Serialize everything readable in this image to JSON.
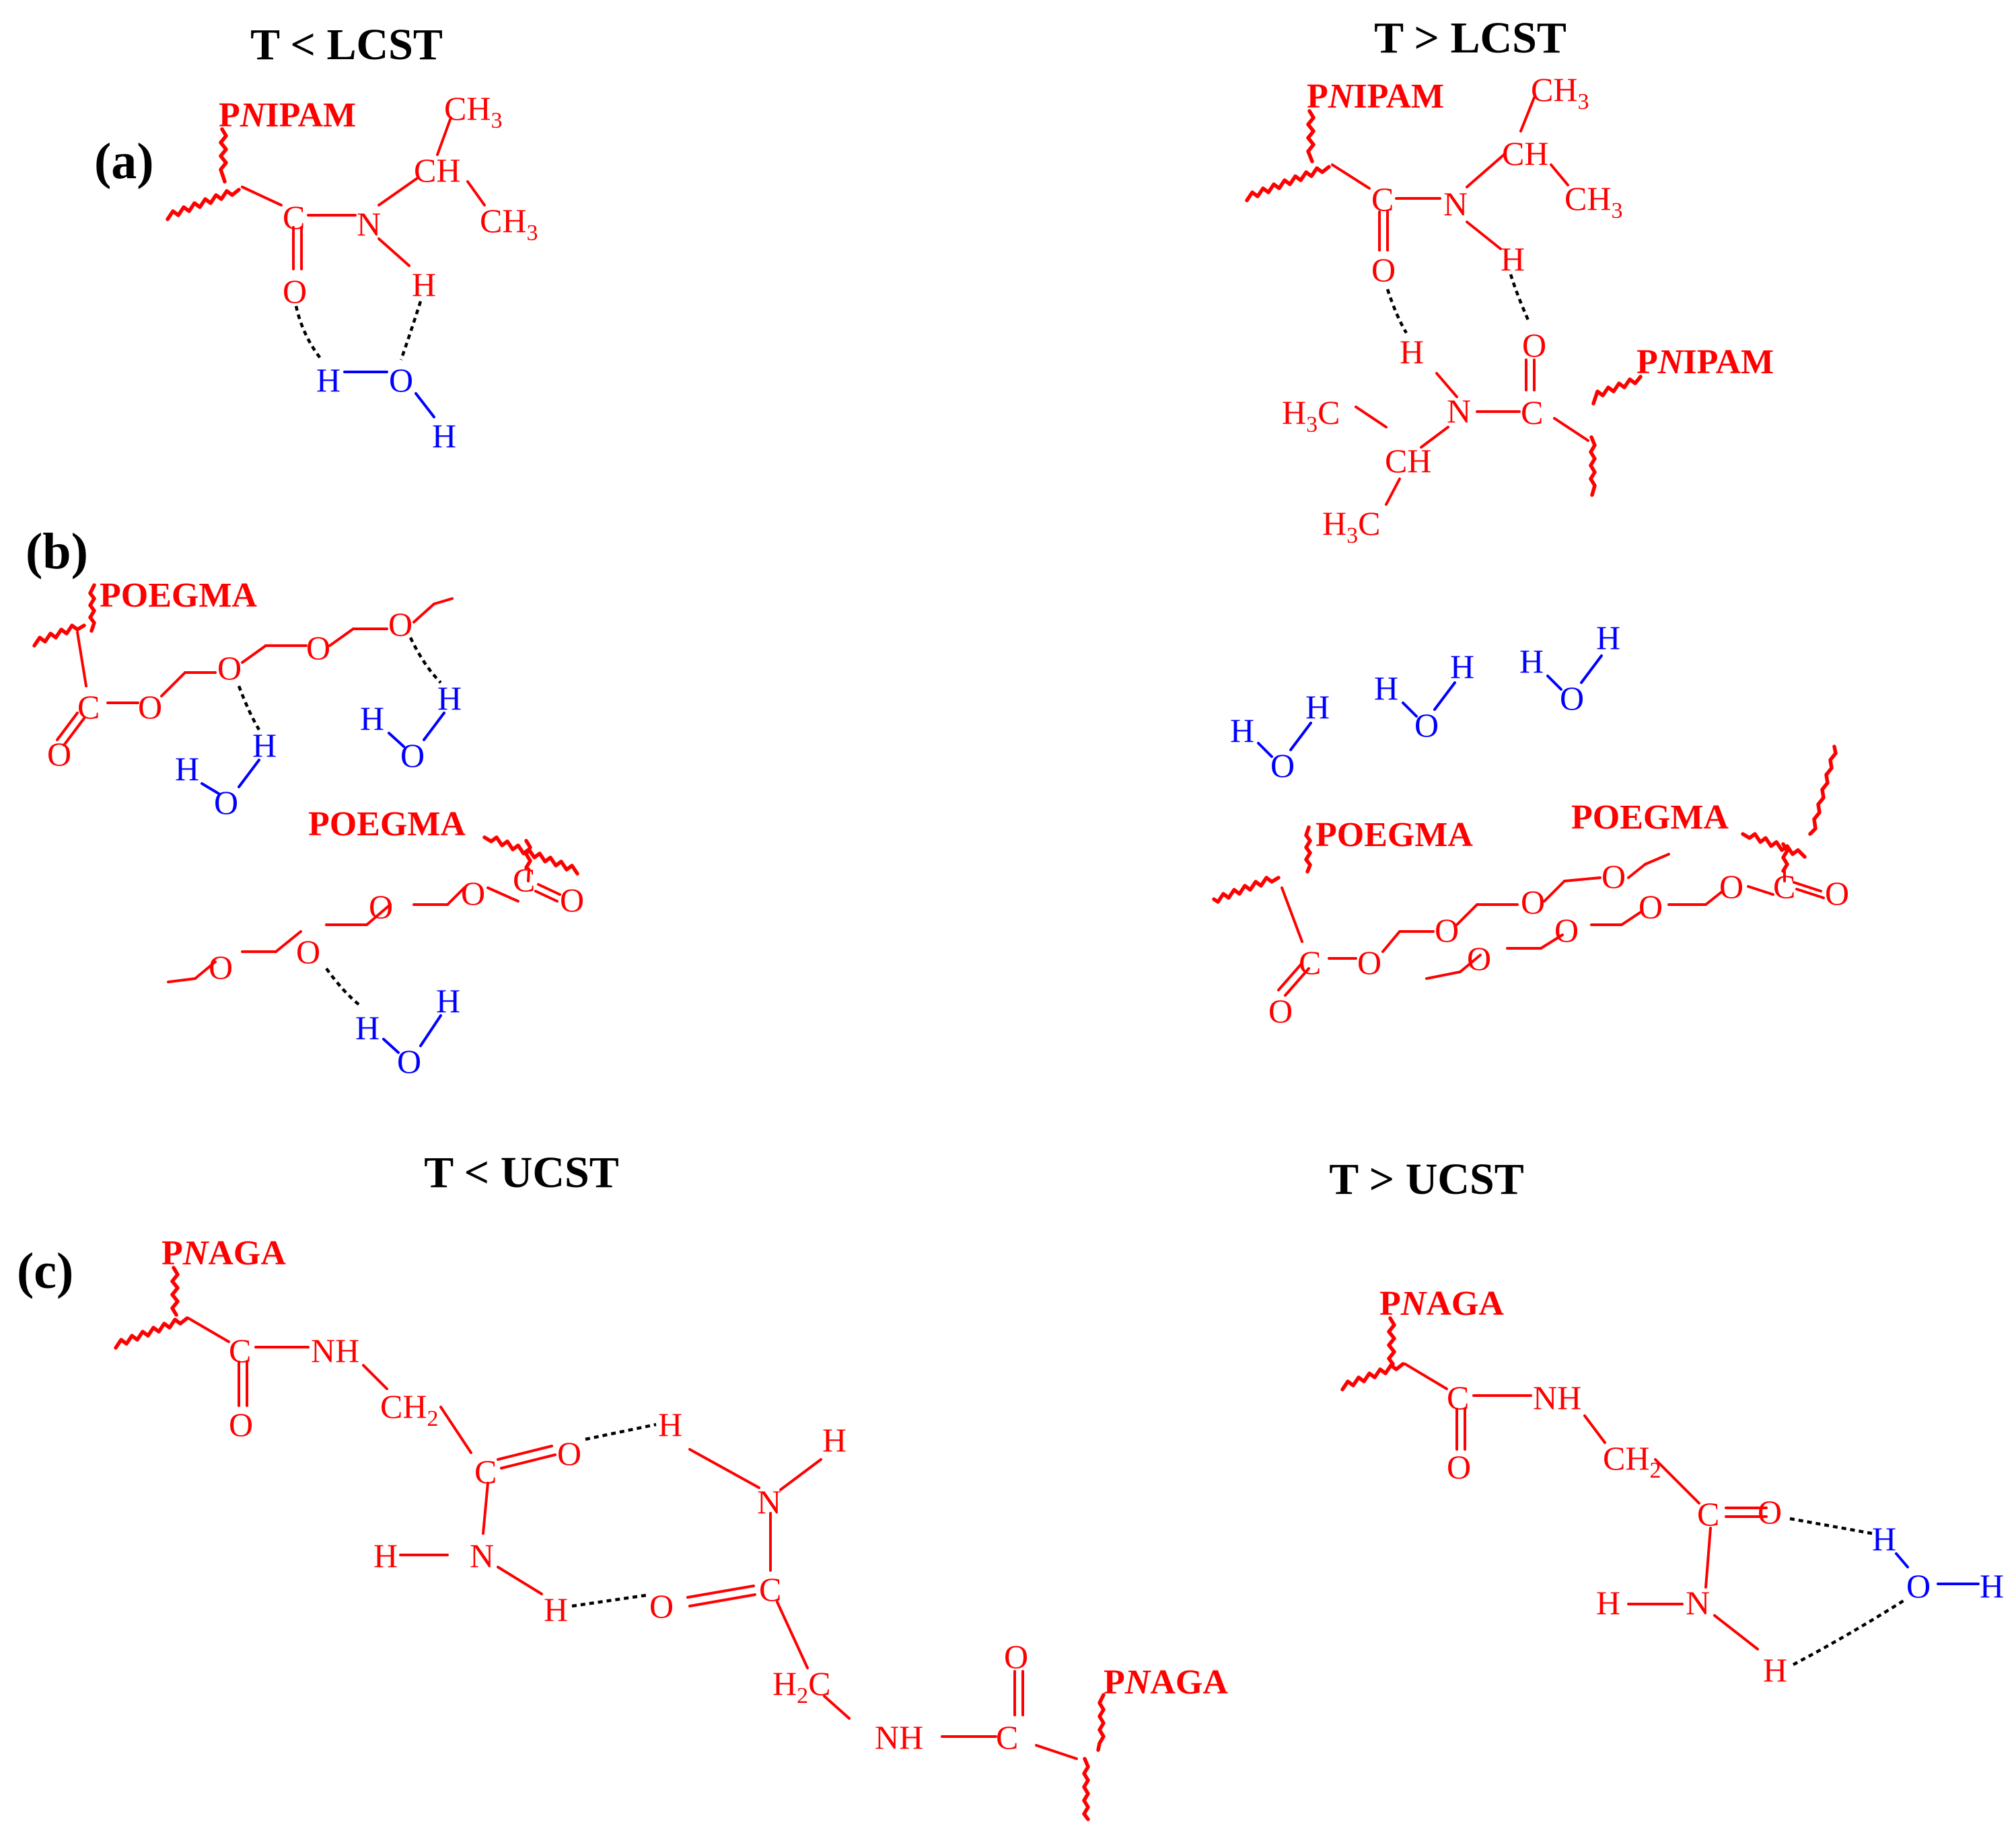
{
  "headers": {
    "t_lt_lcst": "T < LCST",
    "t_gt_lcst": "T > LCST",
    "t_lt_ucst": "T < UCST",
    "t_gt_ucst": "T > UCST"
  },
  "panels": {
    "a": "(a)",
    "b": "(b)",
    "c": "(c)"
  },
  "polymers": {
    "pnipam_prefix": "P",
    "pnipam_italic": "N",
    "pnipam_suffix": "IPAM",
    "poegma": "POEGMA",
    "pnaga_prefix": "P",
    "pnaga_italic": "N",
    "pnaga_suffix": "AGA"
  },
  "atoms": {
    "C": "C",
    "N": "N",
    "O": "O",
    "H": "H",
    "NH": "NH",
    "CH": "CH",
    "CH3": "CH",
    "H3C": "H",
    "CH2": "CH",
    "H2C": "H",
    "sub3": "3",
    "sub2": "2",
    "C_after_H": "C"
  },
  "colors": {
    "polymer": "#ff0000",
    "water": "#0000ff",
    "hbond": "#000000",
    "text": "#000000"
  }
}
